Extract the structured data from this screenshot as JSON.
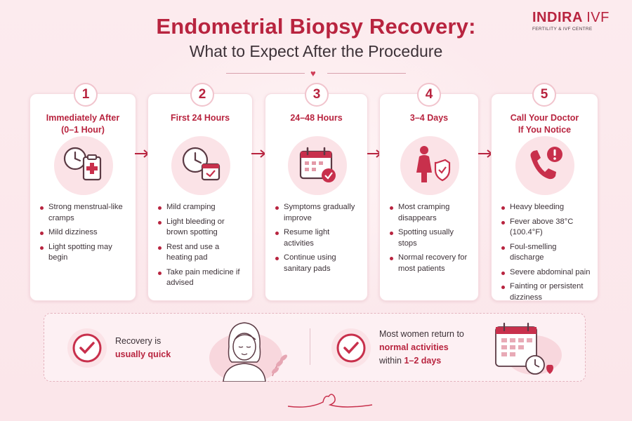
{
  "header": {
    "title": "Endometrial Biopsy Recovery:",
    "subtitle": "What to Expect After the Procedure"
  },
  "logo": {
    "brand_main": "INDIRA",
    "brand_suffix": "IVF",
    "tagline": "FERTILITY & IVF CENTRE"
  },
  "colors": {
    "accent": "#b8243f",
    "background": "#fdeef0",
    "icon_bg": "#fbe3e7",
    "card_bg": "#ffffff"
  },
  "steps": [
    {
      "number": "1",
      "title_line1": "Immediately After",
      "title_line2": "(0–1 Hour)",
      "icon": "clock-clipboard-icon",
      "bullets": [
        "Strong menstrual-like cramps",
        "Mild dizziness",
        "Light spotting may begin"
      ]
    },
    {
      "number": "2",
      "title_line1": "First 24 Hours",
      "title_line2": "",
      "icon": "clock-calendar-icon",
      "bullets": [
        "Mild cramping",
        "Light bleeding or brown spotting",
        "Rest and use a heating pad",
        "Take pain medicine if advised"
      ]
    },
    {
      "number": "3",
      "title_line1": "24–48 Hours",
      "title_line2": "",
      "icon": "calendar-check-icon",
      "bullets": [
        "Symptoms gradually improve",
        "Resume light activities",
        "Continue using sanitary pads"
      ]
    },
    {
      "number": "4",
      "title_line1": "3–4 Days",
      "title_line2": "",
      "icon": "woman-shield-icon",
      "bullets": [
        "Most cramping disappears",
        "Spotting usually stops",
        "Normal recovery for most patients"
      ]
    },
    {
      "number": "5",
      "title_line1": "Call Your Doctor",
      "title_line2": "If You Notice",
      "icon": "phone-alert-icon",
      "bullets": [
        "Heavy bleeding",
        "Fever above 38°C (100.4°F)",
        "Foul-smelling discharge",
        "Severe abdominal pain",
        "Fainting or persistent dizziness"
      ]
    }
  ],
  "summary": {
    "left_line1": "Recovery is",
    "left_highlight": "usually quick",
    "right_line1": "Most women return to",
    "right_highlight": "normal activities",
    "right_line3_prefix": "within ",
    "right_line3_highlight": "1–2 days"
  }
}
